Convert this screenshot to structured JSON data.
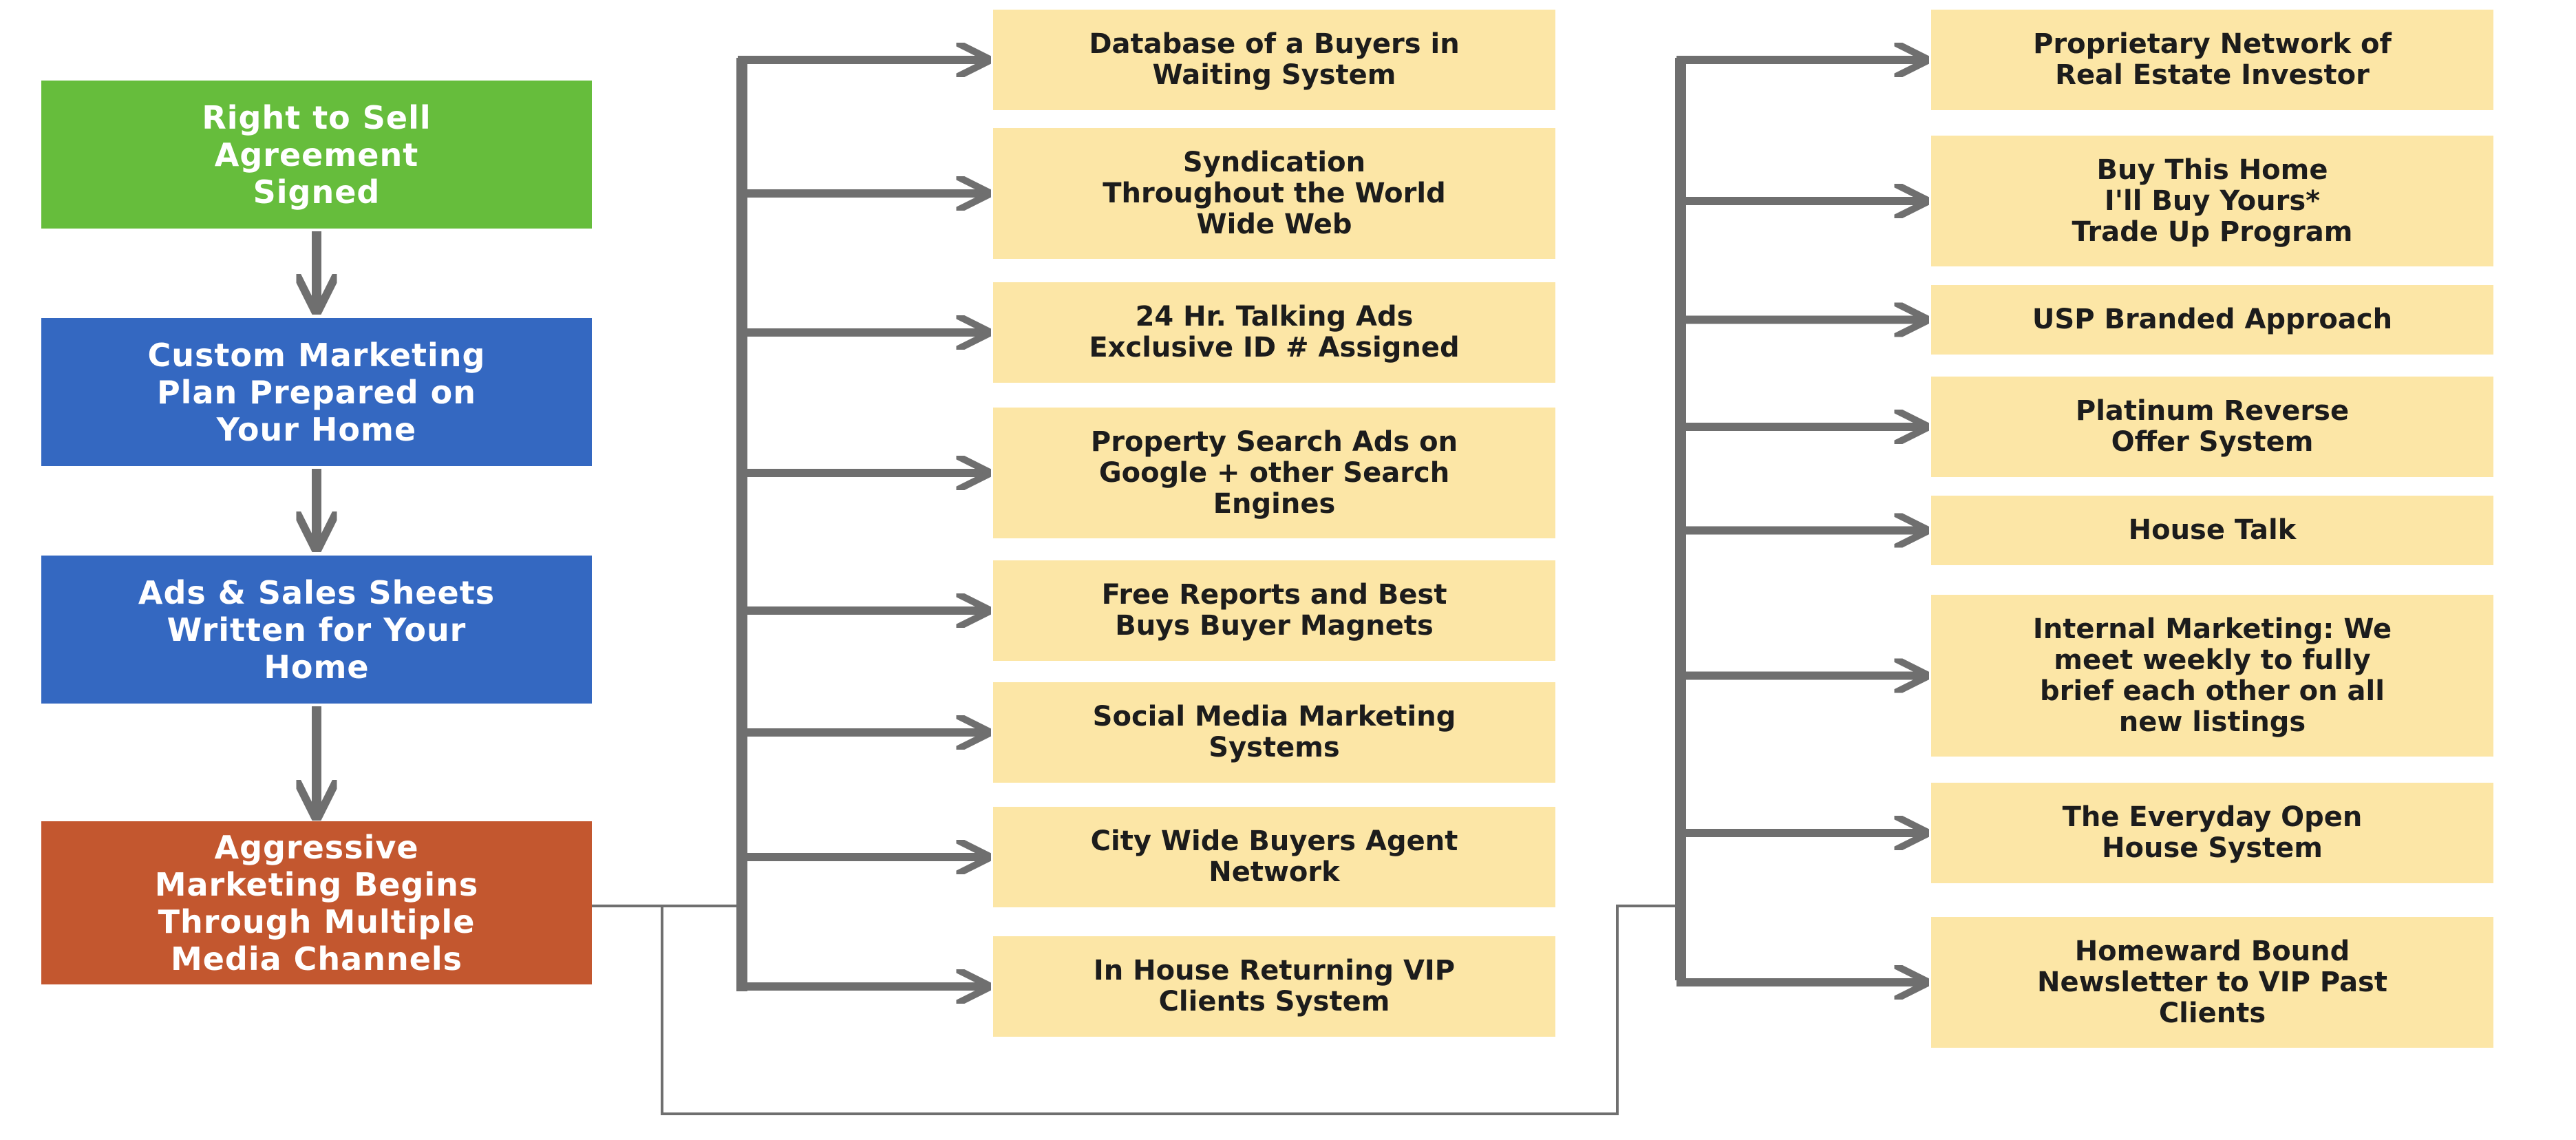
{
  "colors": {
    "stage_green": "#66bd3c",
    "stage_blue": "#3468c1",
    "stage_orange": "#c3572f",
    "item_fill": "#fce6a6",
    "arrow": "#6f6f6f"
  },
  "stages": [
    {
      "label": "Right to Sell\nAgreement\nSigned"
    },
    {
      "label": "Custom Marketing\nPlan Prepared on\nYour Home"
    },
    {
      "label": "Ads & Sales Sheets\nWritten for Your\nHome"
    },
    {
      "label": "Aggressive\nMarketing Begins\nThrough Multiple\nMedia Channels"
    }
  ],
  "column1": [
    {
      "label": "Database of a Buyers in\nWaiting System"
    },
    {
      "label": "Syndication\nThroughout the World\nWide Web"
    },
    {
      "label": "24 Hr. Talking Ads\nExclusive ID # Assigned"
    },
    {
      "label": "Property Search Ads on\nGoogle + other Search\nEngines"
    },
    {
      "label": "Free Reports and Best\nBuys Buyer Magnets"
    },
    {
      "label": "Social Media Marketing\nSystems"
    },
    {
      "label": "City Wide Buyers Agent\nNetwork"
    },
    {
      "label": "In House Returning VIP\nClients System"
    }
  ],
  "column2": [
    {
      "label": "Proprietary Network of\nReal Estate Investor"
    },
    {
      "label": "Buy This Home\nI'll Buy Yours*\nTrade Up Program"
    },
    {
      "label": "USP Branded Approach"
    },
    {
      "label": "Platinum Reverse\nOffer System"
    },
    {
      "label": "House Talk"
    },
    {
      "label": "Internal Marketing: We\nmeet weekly to fully\nbrief each other on all\nnew listings"
    },
    {
      "label": "The Everyday Open\nHouse System"
    },
    {
      "label": "Homeward Bound\nNewsletter to VIP Past\nClients"
    }
  ]
}
